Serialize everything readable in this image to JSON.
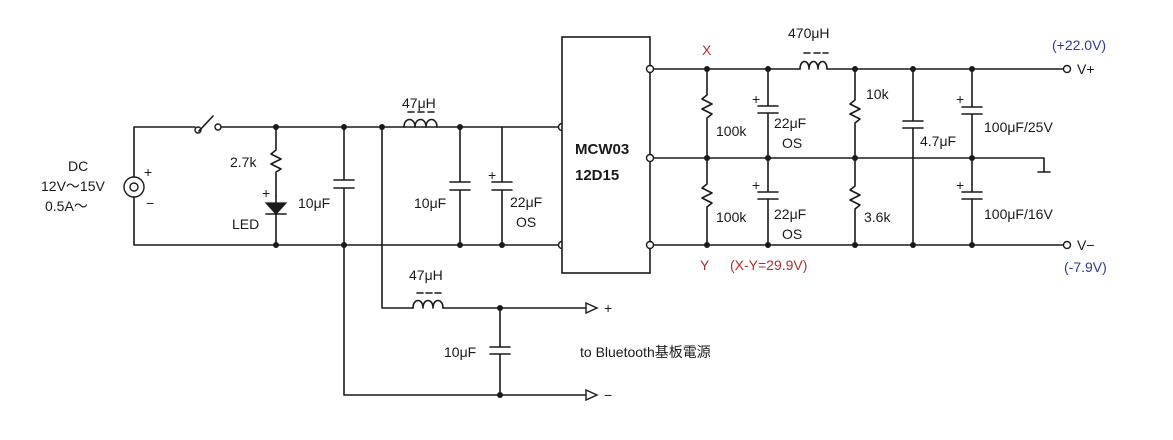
{
  "colors": {
    "ink": "#1a1a1a",
    "red": "#b03030",
    "blue": "#2c3e8c"
  },
  "input": {
    "label_line1": "DC",
    "label_line2": "12V～15V",
    "label_line3": "0.5A～",
    "plus": "+",
    "minus": "−"
  },
  "led": {
    "resistor": "2.7k",
    "label": "LED",
    "plus": "+"
  },
  "caps_left": {
    "c1": "10μF",
    "c2": "10μF",
    "c3_line1": "22μF",
    "c3_line2": "OS",
    "plus": "+"
  },
  "inductors": {
    "l1": "47μH",
    "l2": "47μH",
    "l3": "470μH"
  },
  "module": {
    "line1": "MCW03",
    "line2": "12D15"
  },
  "nodes": {
    "x": "X",
    "y": "Y",
    "xy": "(X-Y=29.9V)"
  },
  "mid": {
    "r1": "100k",
    "r2": "100k",
    "c1_line1": "22μF",
    "c1_line2": "OS",
    "c2_line1": "22μF",
    "c2_line2": "OS",
    "plus": "+"
  },
  "right": {
    "r_top": "10k",
    "r_bot": "3.6k",
    "c_film": "4.7μF",
    "c_top": "100μF/25V",
    "c_bot": "100μF/16V",
    "plus": "+"
  },
  "outputs": {
    "vplus": "V+",
    "vplus_value": "(+22.0V)",
    "vminus": "V−",
    "vminus_value": "(-7.9V)"
  },
  "bluetooth": {
    "cap": "10μF",
    "label": "to Bluetooth基板電源",
    "plus": "+",
    "minus": "−"
  }
}
